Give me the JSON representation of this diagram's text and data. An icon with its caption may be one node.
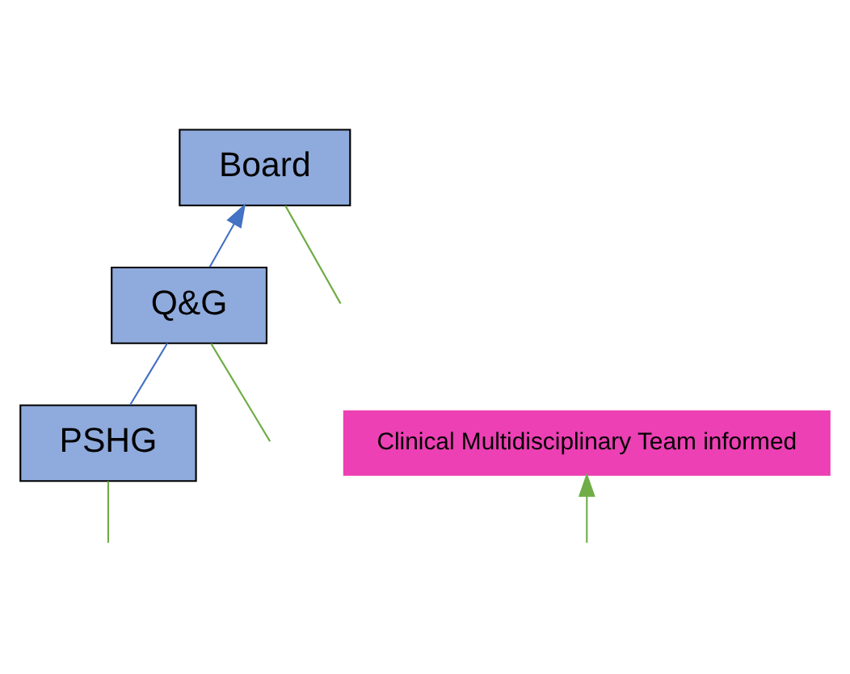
{
  "diagram": {
    "nodes": [
      {
        "text": [
          "Board"
        ]
      },
      {
        "text": [
          "Q&G"
        ]
      },
      {
        "text": [
          "Clinical Multidisciplinary Team informed"
        ]
      },
      {
        "text": [
          "PSHG"
        ]
      }
    ],
    "edges": [
      {
        "from": null,
        "to": 2,
        "arrow": "to"
      },
      {
        "from": null,
        "to": 0,
        "arrow": "none"
      },
      {
        "from": 1,
        "to": 0,
        "arrow": "to",
        "color": "#4472c4"
      },
      {
        "from": null,
        "to": 1,
        "arrow": "none"
      },
      {
        "from": 3,
        "to": 1,
        "arrow": "none",
        "color": "#4472c4"
      },
      {
        "from": null,
        "to": 3,
        "arrow": "none"
      }
    ]
  }
}
